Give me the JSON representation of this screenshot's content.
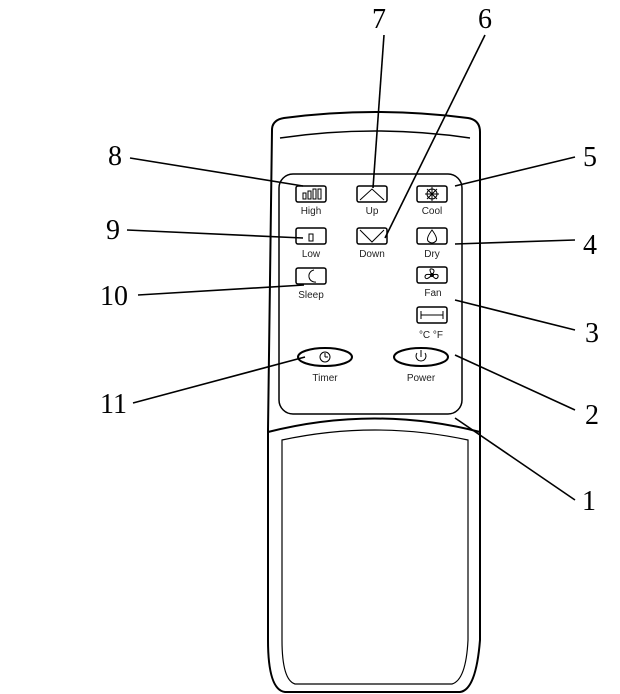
{
  "buttons": {
    "high": "High",
    "up": "Up",
    "cool": "Cool",
    "low": "Low",
    "down": "Down",
    "dry": "Dry",
    "sleep": "Sleep",
    "fan": "Fan",
    "temp_unit": "°C  °F",
    "timer": "Timer",
    "power": "Power"
  },
  "callouts": [
    "1",
    "2",
    "3",
    "4",
    "5",
    "6",
    "7",
    "8",
    "9",
    "10",
    "11"
  ],
  "icons": {
    "high": "fan-speed-high-icon",
    "up": "triangle-up-icon",
    "cool": "snowflake-icon",
    "low": "fan-speed-low-icon",
    "down": "triangle-down-icon",
    "dry": "droplet-icon",
    "sleep": "moon-icon",
    "fan": "fan-icon",
    "temp_unit": "double-arrow-icon",
    "timer": "clock-icon",
    "power": "power-icon"
  }
}
